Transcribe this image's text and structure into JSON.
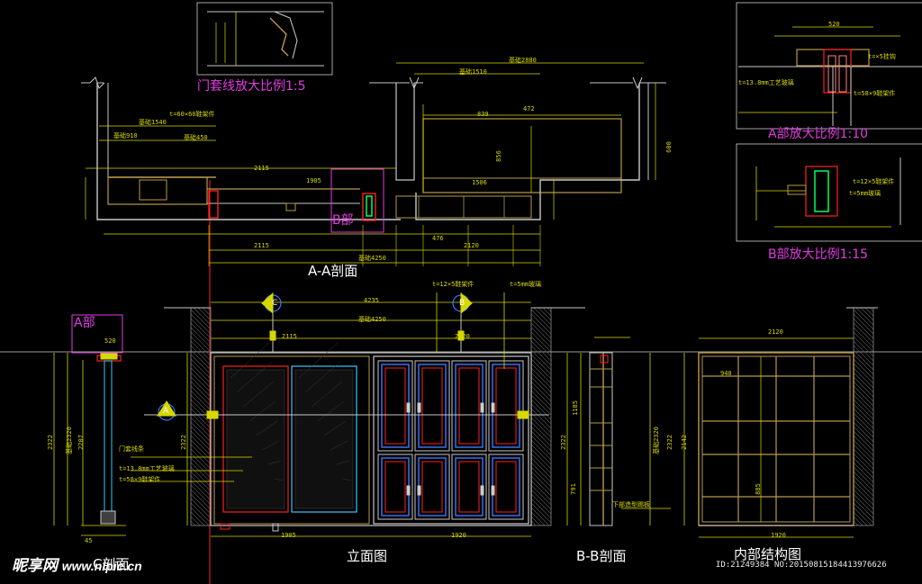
{
  "labels": {
    "door_trim_detail": "门套线放大比例1:5",
    "section_aa": "A-A剖面",
    "detail_a": "A部放大比例1:10",
    "detail_b": "B部放大比例1:15",
    "elevation": "立面图",
    "section_bb": "B-B剖面",
    "interior": "内部结构图",
    "section_c": "C剖面",
    "a_part": "A部",
    "b_part": "B部",
    "marker_a": "A",
    "marker_b": "B",
    "marker_c": "C"
  },
  "notes": {
    "t60": "t=60×60鞋架件",
    "t12": "t=12×5鞋架件",
    "t5": "t=5mm玻璃",
    "door_trim": "门套线条",
    "t13": "t=13.8mm工艺玻璃",
    "t58": "t=58×9鞋架件",
    "base": "下部造型踢板",
    "hook": "t=×5挂钩"
  },
  "dims": {
    "d2880": "基础2880",
    "d1510": "基础1510",
    "d1540": "基础1540",
    "d910": "基础910",
    "d450": "基础450",
    "d2115": "2115",
    "d2120": "2120",
    "d4250": "基础4250",
    "d4235": "4235",
    "d1905": "1905",
    "d1920": "1920",
    "d2322": "2322",
    "d2320": "基础2320",
    "d2207": "2207",
    "d2142": "2142",
    "d520": "520",
    "d472": "472",
    "d839": "839",
    "d1506": "1506",
    "d856": "856",
    "d600": "600",
    "d476": "476",
    "d1185": "1185",
    "d940": "940",
    "d791": "791",
    "d885": "885",
    "d45": "45"
  },
  "watermark": {
    "brand": "昵享网",
    "site": "www.nipic.cn",
    "id": "ID:21249384 NO:20150815184413976626"
  },
  "colors": {
    "background": "#000000",
    "dimension": "#d8d800",
    "label": "#e23ce2",
    "structure": "#c8c8c8",
    "frame": "#b89a4a",
    "red": "#ff2020",
    "blue": "#3c78ff",
    "cyan": "#3cc8ff",
    "green": "#00ff60"
  }
}
